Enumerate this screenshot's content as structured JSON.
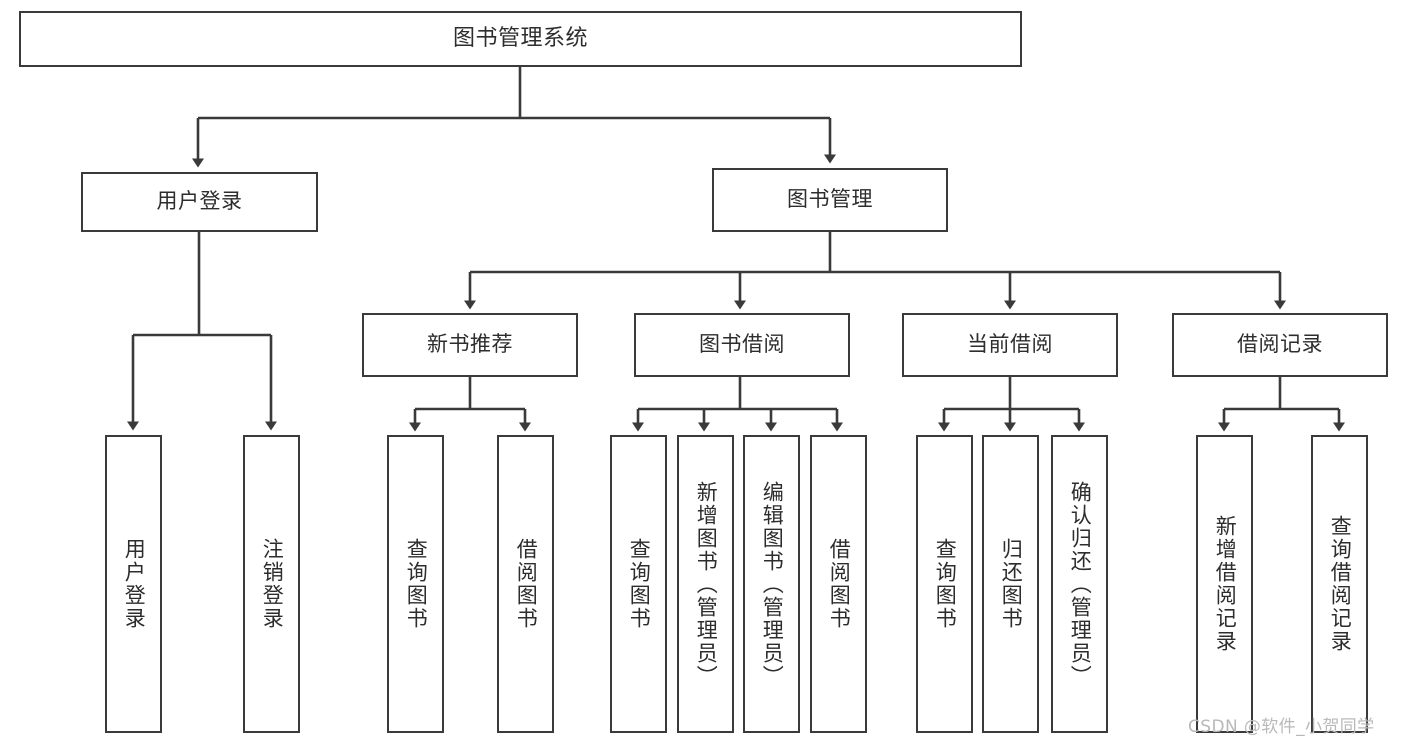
{
  "diagram": {
    "title": "图书管理系统",
    "type": "tree-hierarchy-chart",
    "root": {
      "id": "root",
      "label": "图书管理系统"
    },
    "level1": [
      {
        "id": "user-login",
        "label": "用户登录"
      },
      {
        "id": "book-manage",
        "label": "图书管理"
      }
    ],
    "level2": [
      {
        "id": "new-book-recommend",
        "label": "新书推荐",
        "parent": "book-manage"
      },
      {
        "id": "book-borrow",
        "label": "图书借阅",
        "parent": "book-manage"
      },
      {
        "id": "current-borrow",
        "label": "当前借阅",
        "parent": "book-manage"
      },
      {
        "id": "borrow-record",
        "label": "借阅记录",
        "parent": "book-manage"
      }
    ],
    "leaves": [
      {
        "id": "leaf-user-login",
        "label": "用户登录",
        "parent": "user-login"
      },
      {
        "id": "leaf-logout-login",
        "label": "注销登录",
        "parent": "user-login"
      },
      {
        "id": "leaf-query-book-1",
        "label": "查询图书",
        "parent": "new-book-recommend"
      },
      {
        "id": "leaf-borrow-book-1",
        "label": "借阅图书",
        "parent": "new-book-recommend"
      },
      {
        "id": "leaf-query-book-2",
        "label": "查询图书",
        "parent": "book-borrow"
      },
      {
        "id": "leaf-add-book-admin",
        "label": "新增图书（管理员）",
        "parent": "book-borrow"
      },
      {
        "id": "leaf-edit-book-admin",
        "label": "编辑图书（管理员）",
        "parent": "book-borrow"
      },
      {
        "id": "leaf-borrow-book-2",
        "label": "借阅图书",
        "parent": "book-borrow"
      },
      {
        "id": "leaf-query-book-3",
        "label": "查询图书",
        "parent": "current-borrow"
      },
      {
        "id": "leaf-return-book",
        "label": "归还图书",
        "parent": "current-borrow"
      },
      {
        "id": "leaf-confirm-return-admin",
        "label": "确认归还（管理员）",
        "parent": "current-borrow"
      },
      {
        "id": "leaf-add-borrow-record",
        "label": "新增借阅记录",
        "parent": "borrow-record"
      },
      {
        "id": "leaf-query-borrow-record",
        "label": "查询借阅记录",
        "parent": "borrow-record"
      }
    ],
    "watermark": "CSDN @软件_小贺同学",
    "colors": {
      "box_border": "#3a3a3a",
      "box_fill": "#ffffff",
      "text": "#2d2d2d",
      "connector": "#3a3a3a",
      "watermark": "#b9b9b9",
      "background": "#ffffff"
    }
  }
}
